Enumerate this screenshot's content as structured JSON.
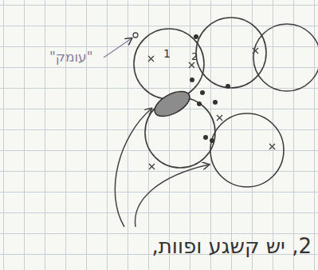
{
  "diagram": {
    "labels": [
      "\"עומק\"",
      "1",
      "2",
      "2, יש קשגע ופוות,"
    ]
  }
}
